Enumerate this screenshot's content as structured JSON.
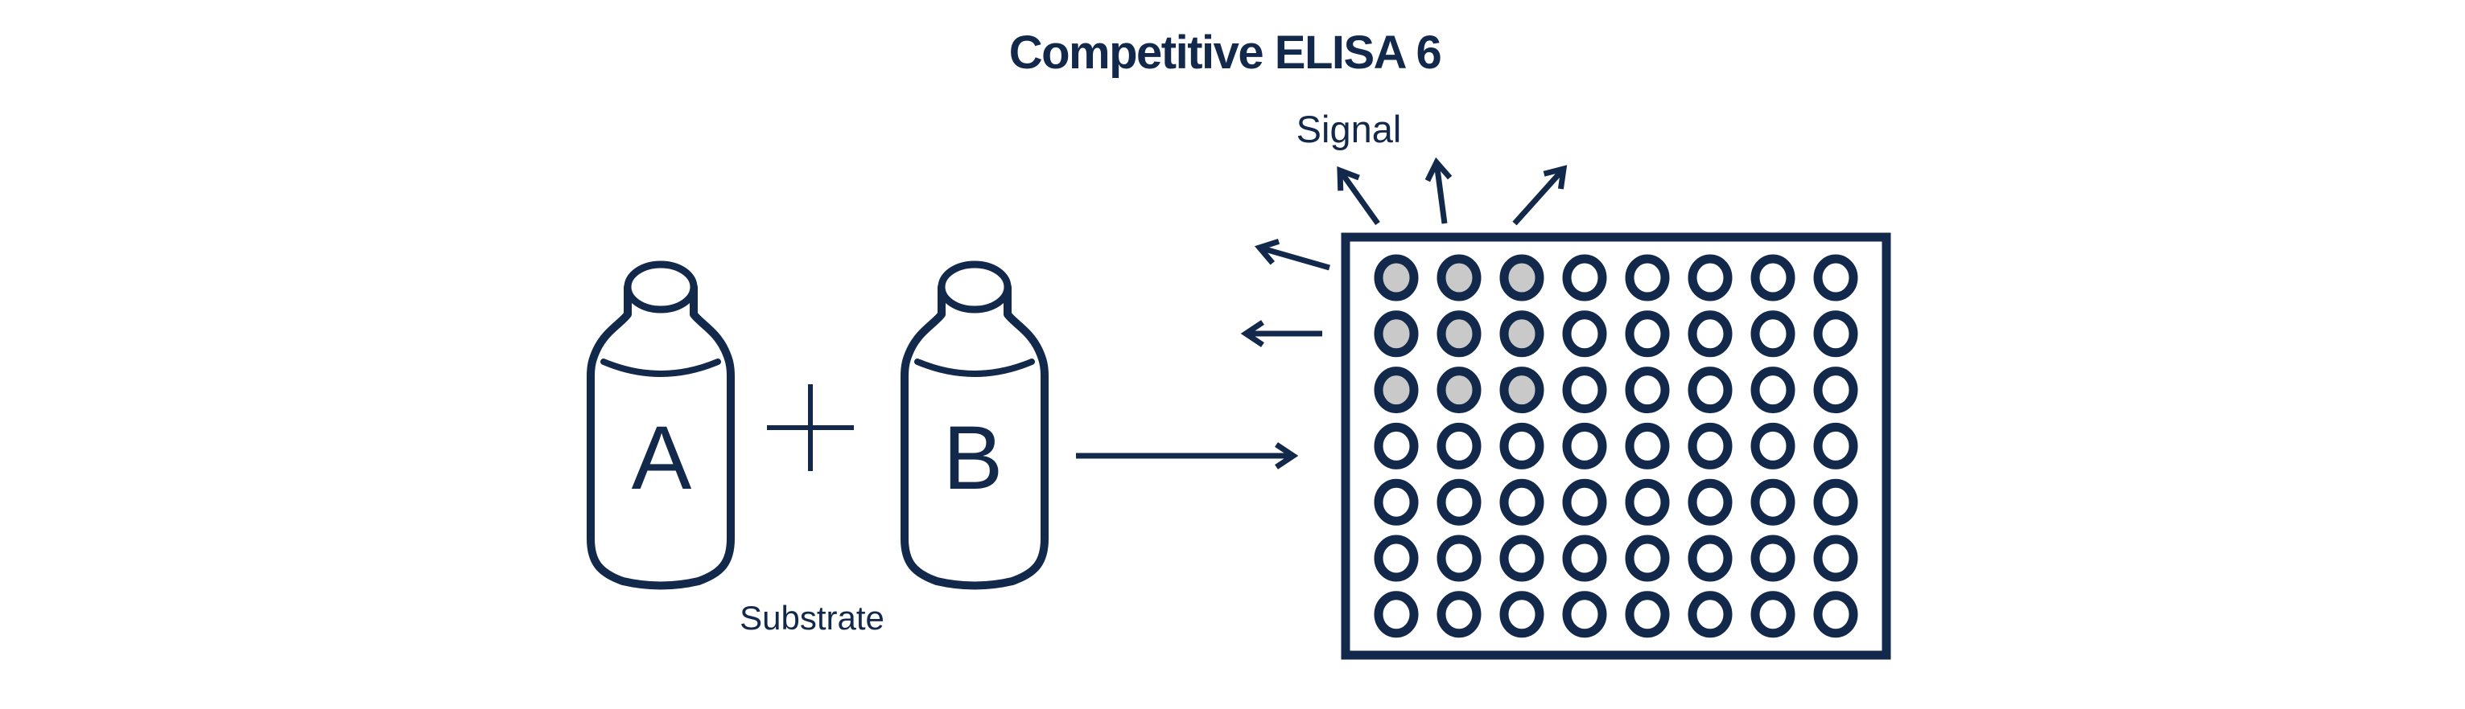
{
  "title": "Competitive ELISA 6",
  "diagram": {
    "signal_label": "Signal",
    "substrate_label": "Substrate",
    "bottle_a_label": "A",
    "bottle_b_label": "B"
  },
  "icons": {
    "plus": "plus",
    "reaction_arrow": "arrow-right",
    "signal_arrows": [
      "arrow-up-left",
      "arrow-up",
      "arrow-up-right",
      "arrow-left-up",
      "arrow-left"
    ]
  },
  "colors": {
    "navy": "#13294B",
    "well_fill_gray": "#C9C9C9",
    "background": "#FFFFFF"
  },
  "plate": {
    "rows": 7,
    "cols": 8,
    "filled_wells": [
      [
        0,
        0
      ],
      [
        0,
        1
      ],
      [
        0,
        2
      ],
      [
        1,
        0
      ],
      [
        1,
        1
      ],
      [
        1,
        2
      ],
      [
        2,
        0
      ],
      [
        2,
        1
      ],
      [
        2,
        2
      ]
    ]
  }
}
